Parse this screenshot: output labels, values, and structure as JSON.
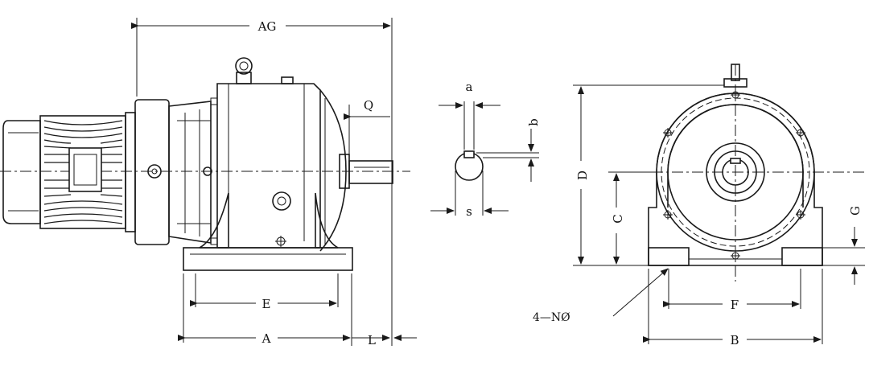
{
  "labels": {
    "AG": "AG",
    "Q": "Q",
    "E": "E",
    "A": "A",
    "L": "L",
    "a": "a",
    "b": "b",
    "s": "s",
    "D": "D",
    "C": "C",
    "G": "G",
    "F": "F",
    "B": "B",
    "N": "4—NØ"
  }
}
